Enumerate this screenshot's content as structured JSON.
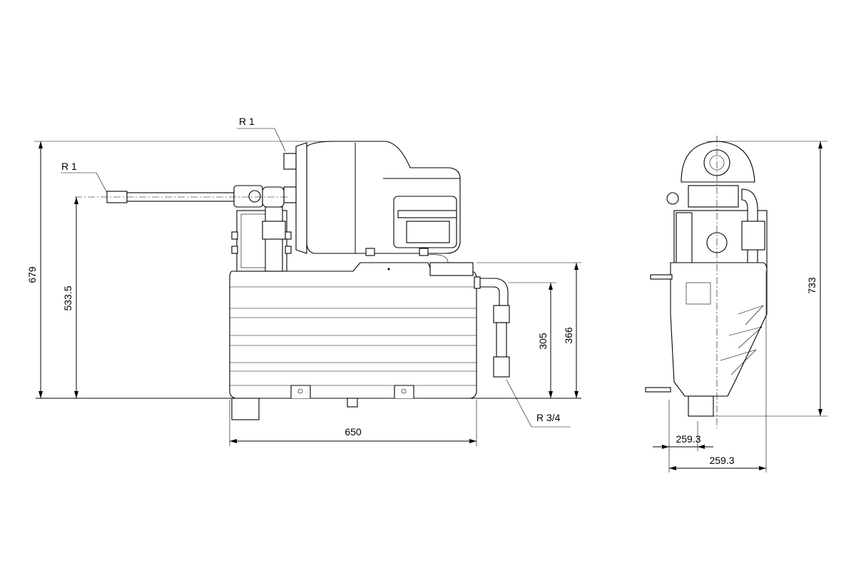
{
  "drawing": {
    "front_view": {
      "labels": {
        "thread_top": "R 1",
        "thread_left": "R 1",
        "thread_outlet": "R 3/4"
      },
      "dimensions": {
        "overall_height": "679",
        "inlet_height": "533.5",
        "tank_height": "366",
        "outlet_height": "305",
        "tank_width": "650"
      }
    },
    "side_view": {
      "dimensions": {
        "overall_height": "733",
        "foot_offset": "259.3",
        "base_width": "259.3"
      }
    }
  }
}
